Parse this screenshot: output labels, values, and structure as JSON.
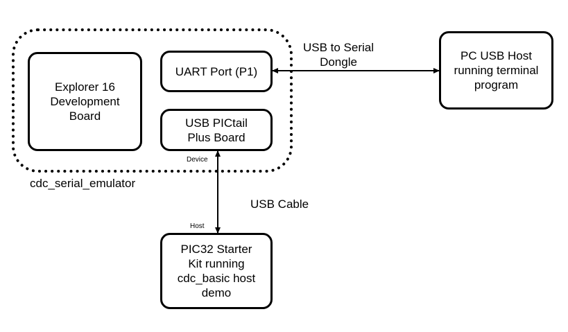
{
  "boxes": {
    "explorer": "Explorer 16\nDevelopment\nBoard",
    "uart": "UART Port (P1)",
    "pictail": "USB PICtail\nPlus Board",
    "pc_host": "PC USB Host\nrunning terminal\nprogram",
    "pic32": "PIC32 Starter\nKit running\ncdc_basic host\ndemo"
  },
  "labels": {
    "group": "cdc_serial_emulator",
    "dongle": "USB to Serial\nDongle",
    "cable": "USB Cable",
    "device": "Device",
    "host": "Host"
  },
  "colors": {
    "stroke": "#000000",
    "background": "#ffffff"
  }
}
